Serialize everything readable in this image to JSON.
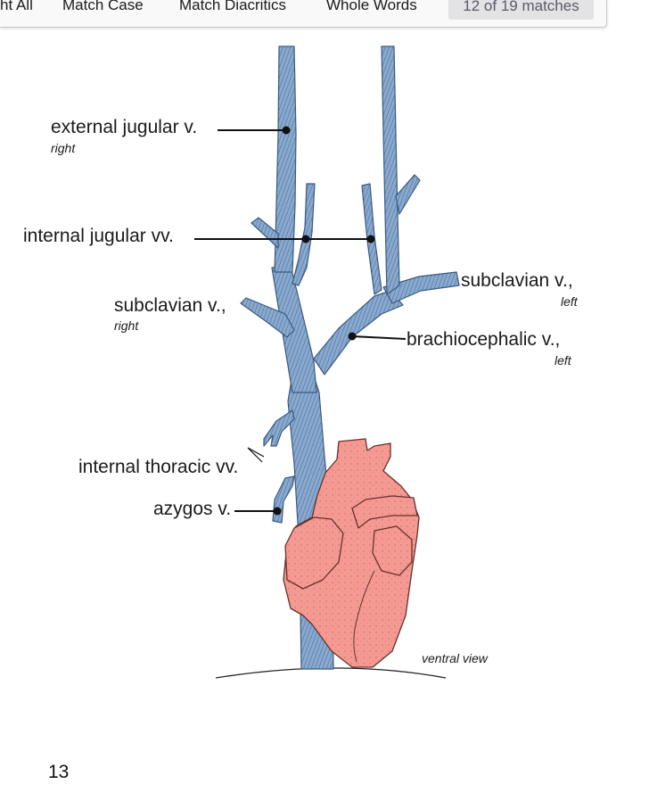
{
  "find_bar": {
    "highlight_all": "ht All",
    "match_case": "Match Case",
    "match_diacritics": "Match Diacritics",
    "whole_words": "Whole Words",
    "status": "12 of 19 matches"
  },
  "figure": {
    "labels": {
      "external_jugular": "external jugular v.",
      "external_jugular_side": "right",
      "internal_jugular": "internal jugular vv.",
      "subclavian_right": "subclavian v.,",
      "subclavian_right_side": "right",
      "subclavian_left": "subclavian v.,",
      "subclavian_left_side": "left",
      "brachiocephalic": "brachiocephalic v.,",
      "brachiocephalic_side": "left",
      "internal_thoracic": "internal thoracic vv.",
      "azygos": "azygos v.",
      "view": "ventral view"
    },
    "colors": {
      "vein": "#89a9cf",
      "vein_dark": "#3f5f86",
      "heart": "#f49a93",
      "heart_dark": "#7a3a36",
      "leader": "#111111"
    }
  },
  "page": {
    "number": "13"
  }
}
